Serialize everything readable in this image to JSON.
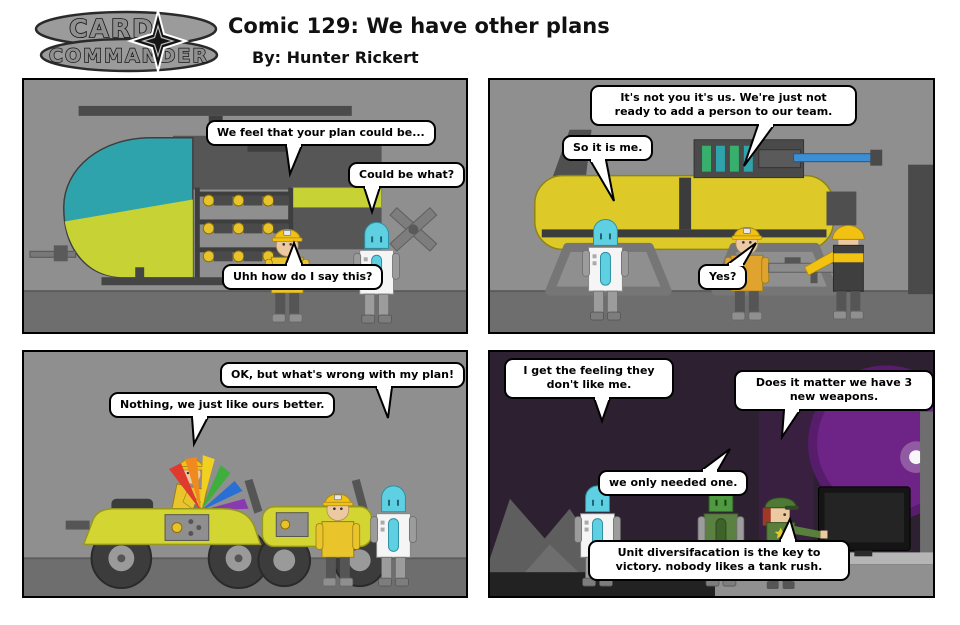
{
  "header": {
    "logo": {
      "line1": "CARD",
      "line2": "COMMANDER",
      "star_icon": "four-pointed-star"
    },
    "title": "Comic 129: We have other plans",
    "byline": "By: Hunter Rickert"
  },
  "panels": [
    {
      "bubbles": [
        {
          "text": "We feel that your plan could be..."
        },
        {
          "text": "Could be what?"
        },
        {
          "text": "Uhh how do I say this?"
        }
      ]
    },
    {
      "bubbles": [
        {
          "text": "It's not you it's us. We're just not ready to add a person to our team."
        },
        {
          "text": "So it is me."
        },
        {
          "text": "Yes?"
        }
      ]
    },
    {
      "bubbles": [
        {
          "text": "OK, but what's wrong with my plan!"
        },
        {
          "text": "Nothing, we just like ours better."
        }
      ]
    },
    {
      "bubbles": [
        {
          "text": "I get the feeling they don't like me."
        },
        {
          "text": "Does it matter we have 3 new weapons."
        },
        {
          "text": "we only needed one."
        },
        {
          "text": "Unit diversifacation is the key to victory. nobody likes a tank rush."
        }
      ]
    }
  ],
  "colors": {
    "panel_background": "#8f8f8f",
    "floor": "#6e6e6e",
    "helicopter_teal": "#2fa3ab",
    "vehicle_yellow_green": "#c7d335",
    "jet_yellow": "#ddca28",
    "hardhat_yellow": "#f2c213",
    "recruit_cyan": "#5fd0e2",
    "army_green": "#4f9a40",
    "officer_green": "#587f3c",
    "planet_purple": "#6d2486",
    "dark_room": "#2d2030",
    "bubble_background": "#ffffff",
    "bubble_border": "#000000"
  }
}
